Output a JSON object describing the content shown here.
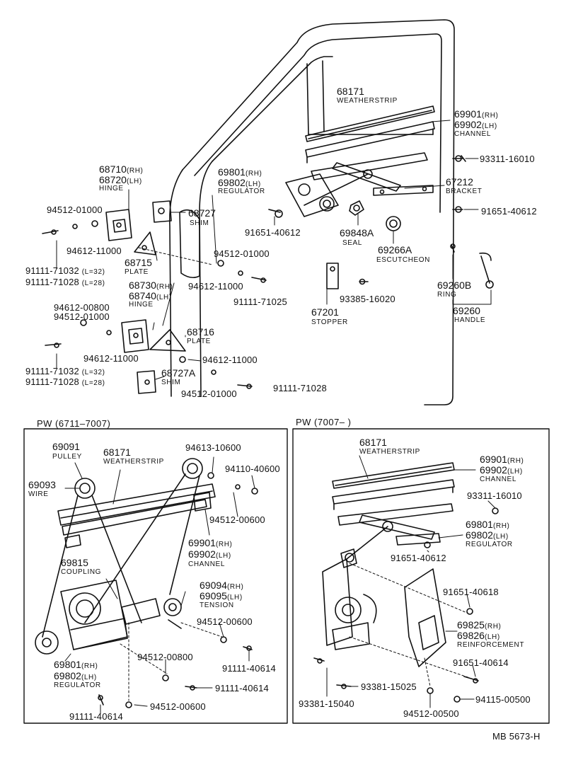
{
  "upper": {
    "weatherstrip_no": "68171",
    "weatherstrip_name": "WEATHERSTRIP",
    "channel_rh": "69901",
    "channel_lh": "69902",
    "rh": "(RH)",
    "lh": "(LH)",
    "channel_name": "CHANNEL",
    "bolt_93311": "93311-16010",
    "regulator_rh": "69801",
    "regulator_lh": "69802",
    "regulator_name": "REGULATOR",
    "bracket_no": "67212",
    "bracket_name": "BRACKET",
    "bolt_91651_right": "91651-40612",
    "hinge_rh": "68710",
    "hinge_lh": "68720",
    "hinge_name": "HINGE",
    "shim_no": "68727",
    "shim_name": "SHIM",
    "washer_94512_a": "94512-01000",
    "bolt_91651_mid": "91651-40612",
    "seal_no": "69848A",
    "seal_name": "SEAL",
    "escutcheon_no": "69266A",
    "escutcheon_name": "ESCUTCHEON",
    "nut_94612_a": "94612-11000",
    "plate_no": "68715",
    "plate_name": "PLATE",
    "washer_94512_b": "94512-01000",
    "bolt_91111_71032": "91111-71032",
    "l32": "(L=32)",
    "bolt_91111_71028": "91111-71028",
    "l28": "(L=28)",
    "hinge2_rh": "68730",
    "hinge2_lh": "68740",
    "hinge2_name": "HINGE",
    "nut_94612_b": "94612-11000",
    "bolt_91111_71025": "91111-71025",
    "screw_93385": "93385-16020",
    "ring_no": "69260B",
    "ring_name": "RING",
    "stopper_no": "67201",
    "stopper_name": "STOPPER",
    "handle_no": "69260",
    "handle_name": "HANDLE",
    "washer_94612_00800": "94612-00800",
    "washer_94512_c": "94512-01000",
    "plate2_no": "68716",
    "plate2_name": "PLATE",
    "nut_94612_c": "94612-11000",
    "nut_94612_d": "94612-11000",
    "bolt_91111_71032_b": "91111-71032",
    "l32_b": "(L=32)",
    "bolt_91111_71028_b": "91111-71028",
    "l28_b": "(L=28)",
    "shim2_no": "68727A",
    "shim2_name": "SHIM",
    "washer_94512_d": "94512-01000",
    "bolt_91111_71028_c": "91111-71028"
  },
  "panel_left": {
    "title": "PW (6711–7007)",
    "pulley_no": "69091",
    "pulley_name": "PULLEY",
    "weatherstrip_no": "68171",
    "weatherstrip_name": "WEATHERSTRIP",
    "nut_94613": "94613-10600",
    "nut_94110": "94110-40600",
    "wire_no": "69093",
    "wire_name": "WIRE",
    "washer_94512_00600_a": "94512-00600",
    "channel_rh": "69901",
    "channel_lh": "69902",
    "rh": "(RH)",
    "lh": "(LH)",
    "channel_name": "CHANNEL",
    "coupling_no": "69815",
    "coupling_name": "COUPLING",
    "tension_rh": "69094",
    "tension_lh": "69095",
    "tension_name": "TENSION",
    "washer_94512_00600_b": "94512-00600",
    "regulator_rh": "69801",
    "regulator_lh": "69802",
    "regulator_name": "REGULATOR",
    "washer_94512_00800": "94512-00800",
    "bolt_91111_40614_a": "91111-40614",
    "bolt_91111_40614_b": "91111-40614",
    "bolt_91111_40614_c": "91111-40614",
    "washer_94512_00600_c": "94512-00600"
  },
  "panel_right": {
    "title": "PW (7007–           )",
    "weatherstrip_no": "68171",
    "weatherstrip_name": "WEATHERSTRIP",
    "channel_rh": "69901",
    "channel_lh": "69902",
    "rh": "(RH)",
    "lh": "(LH)",
    "channel_name": "CHANNEL",
    "bolt_93311": "93311-16010",
    "regulator_rh": "69801",
    "regulator_lh": "69802",
    "regulator_name": "REGULATOR",
    "bolt_91651_40612": "91651-40612",
    "bolt_91651_40618": "91651-40618",
    "reinforce_rh": "69825",
    "reinforce_lh": "69826",
    "reinforce_name": "REINFORCEMENT",
    "bolt_91651_40614": "91651-40614",
    "screw_93381_15025": "93381-15025",
    "screw_93381_15040": "93381-15040",
    "nut_94115": "94115-00500",
    "washer_94512_00500": "94512-00500"
  },
  "footer": {
    "code": "MB 5673-H"
  }
}
